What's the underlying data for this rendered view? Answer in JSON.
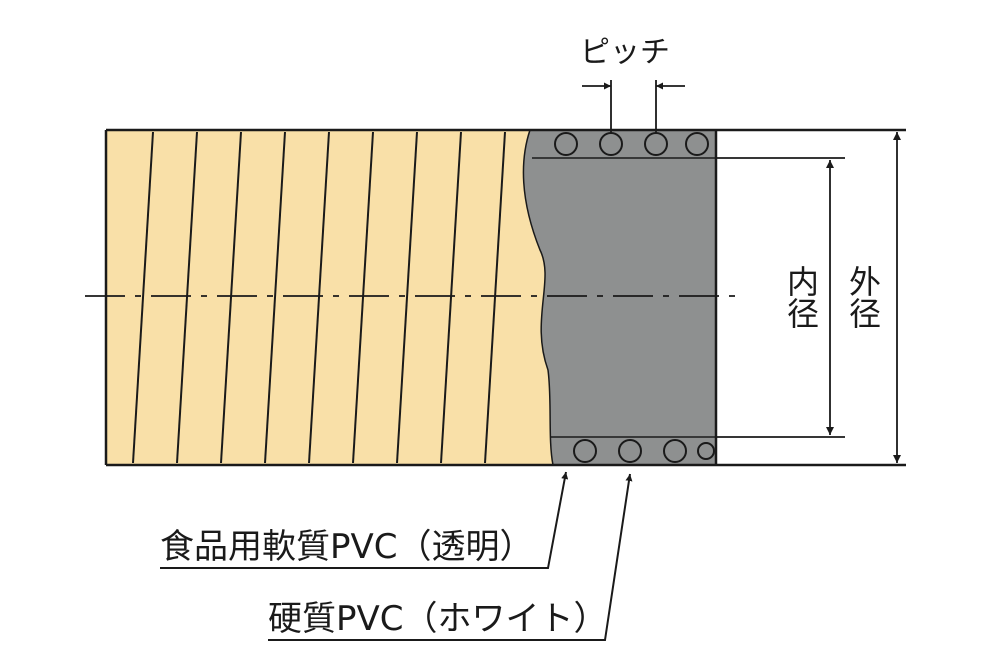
{
  "labels": {
    "pitch": "ピッチ",
    "inner_diameter": "内径",
    "outer_diameter": "外径",
    "soft_pvc": "食品用軟質PVC（透明）",
    "hard_pvc": "硬質PVC（ホワイト）"
  },
  "colors": {
    "hose_body": "#f9e0a8",
    "cutaway": "#8e9090",
    "line": "#1a1a1a",
    "background": "#ffffff"
  }
}
